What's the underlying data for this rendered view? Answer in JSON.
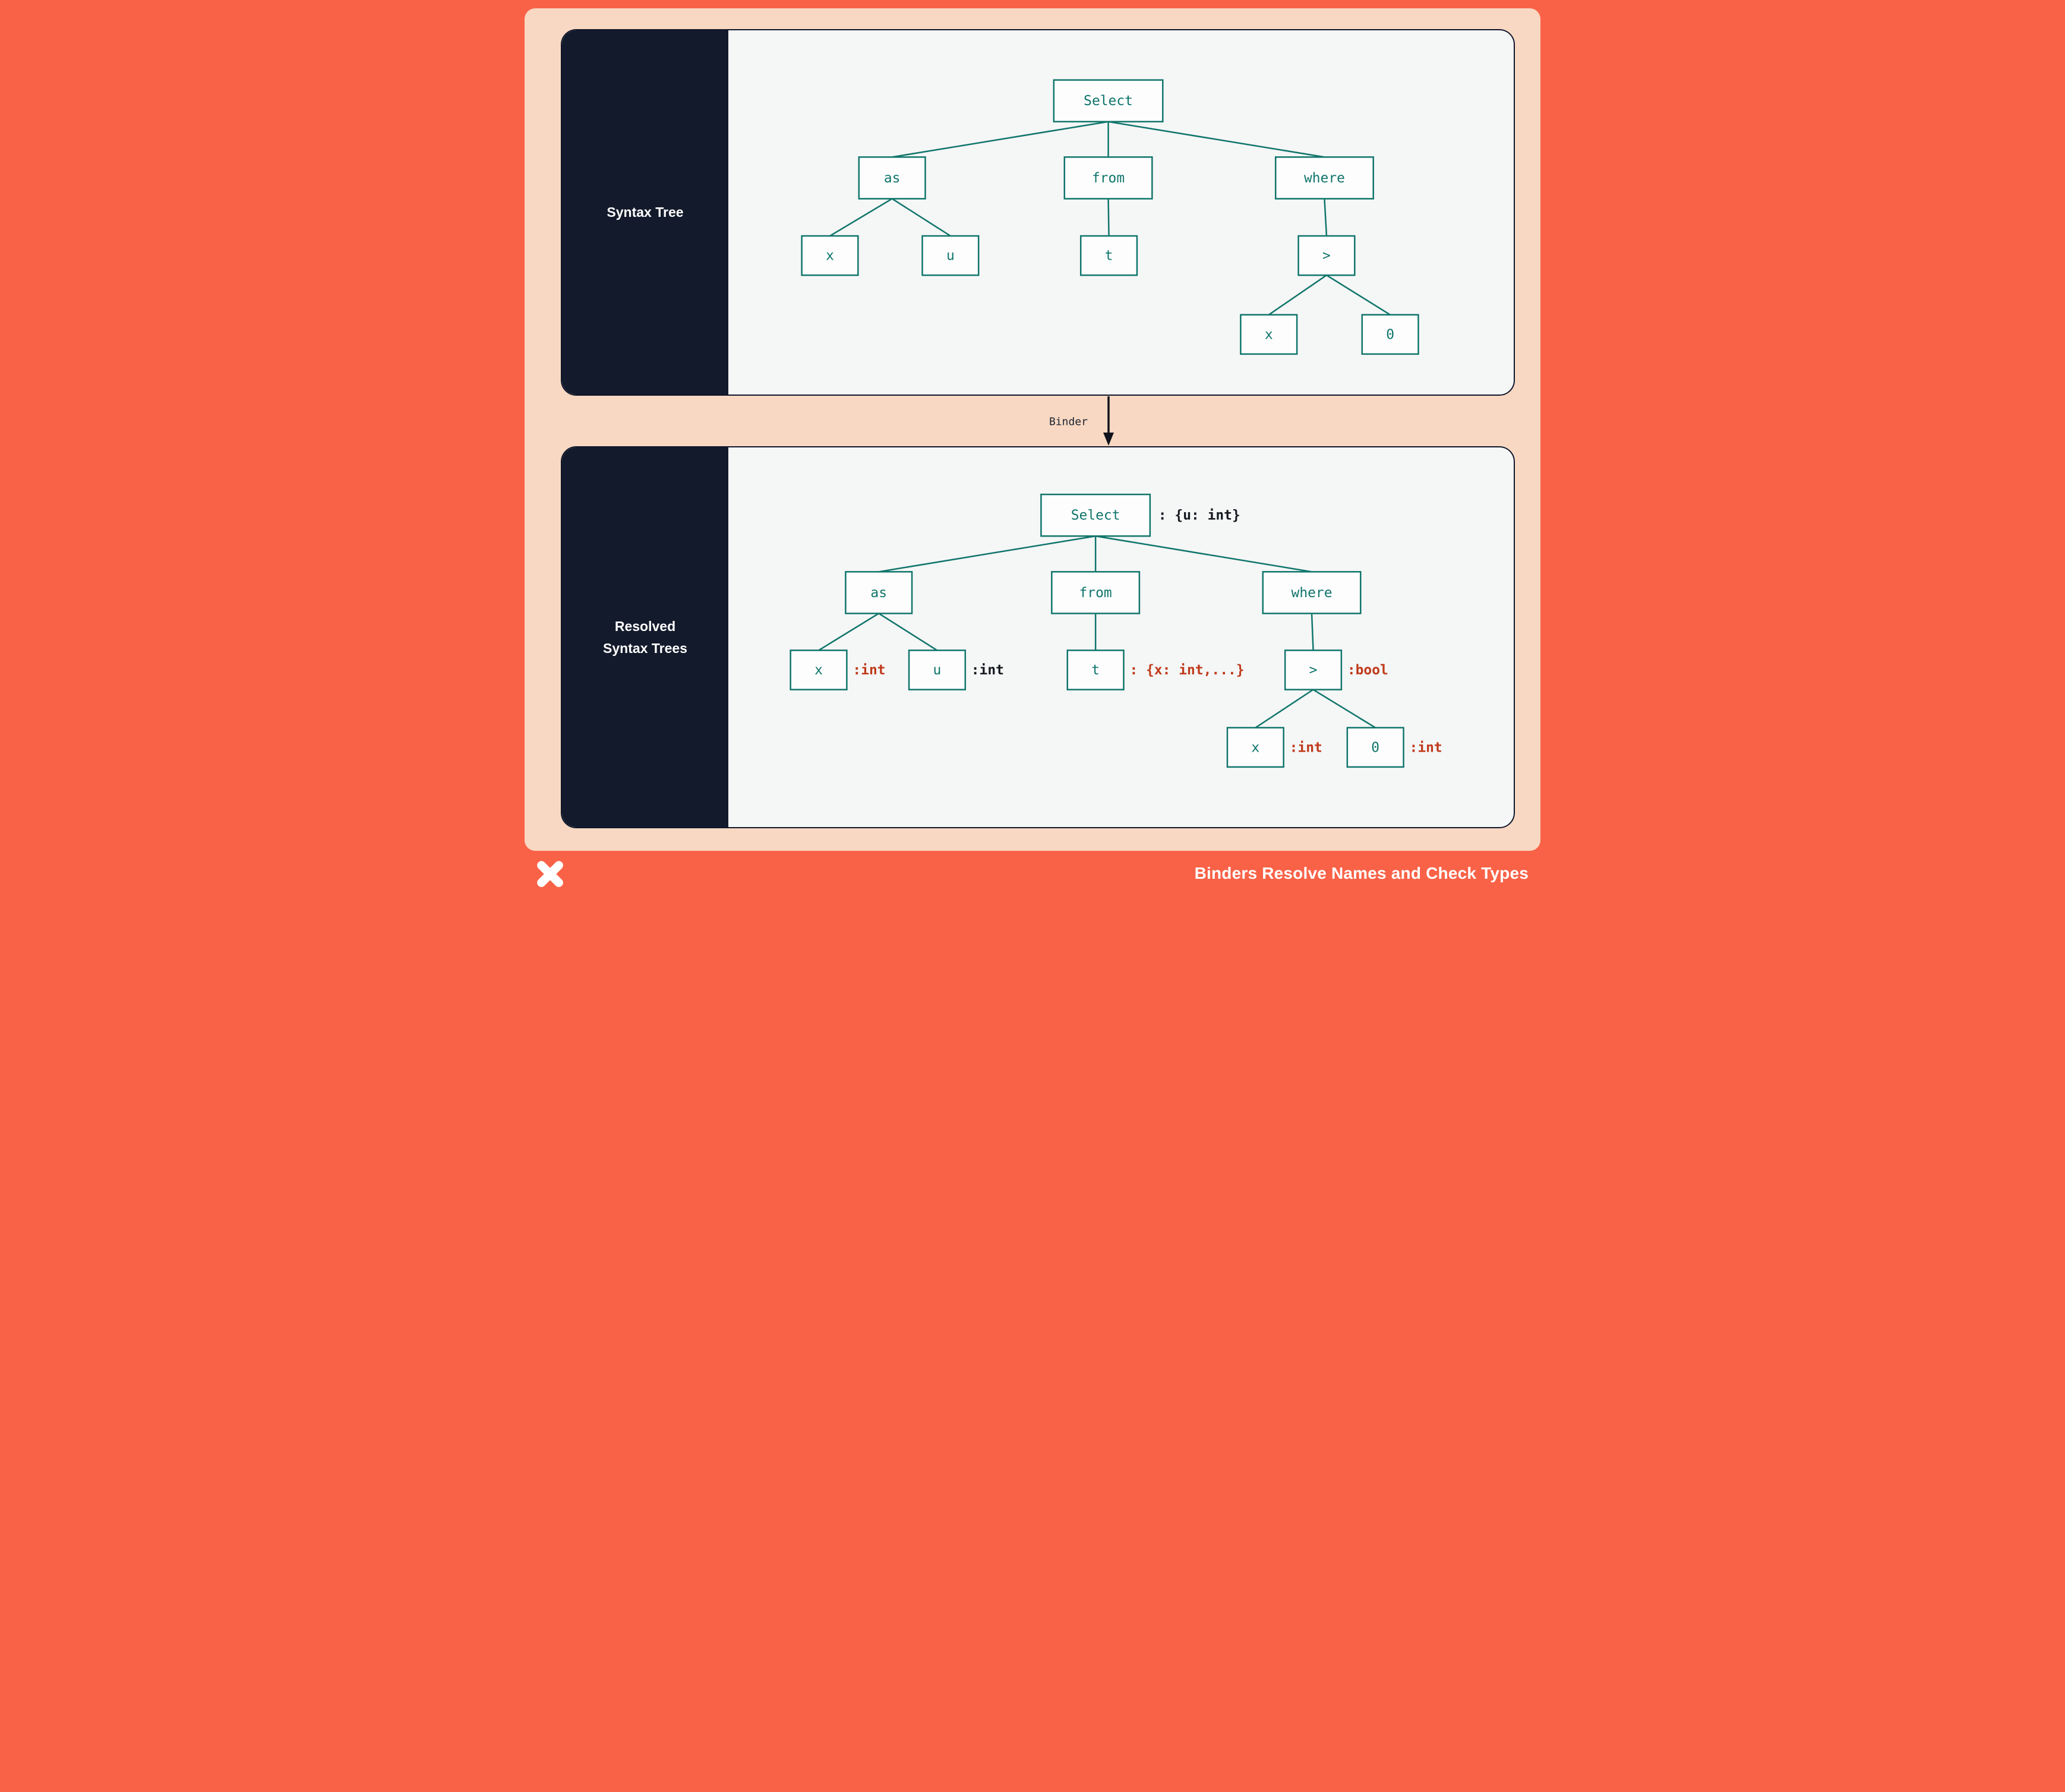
{
  "top_panel": {
    "label": "Syntax Tree",
    "nodes": {
      "select": "Select",
      "as": "as",
      "from": "from",
      "where": "where",
      "x1": "x",
      "u": "u",
      "t": "t",
      "gt": ">",
      "x2": "x",
      "zero": "0"
    }
  },
  "binder": {
    "label": "Binder"
  },
  "bottom_panel": {
    "label_lines": [
      "Resolved",
      "Syntax Trees"
    ],
    "nodes": {
      "select": "Select",
      "as": "as",
      "from": "from",
      "where": "where",
      "x1": "x",
      "u": "u",
      "t": "t",
      "gt": ">",
      "x2": "x",
      "zero": "0"
    },
    "annotations": {
      "select": ": {u: int}",
      "x1": ":int",
      "u": ":int",
      "t": ": {x: int,...}",
      "gt": ":bool",
      "x2": ":int",
      "zero": ":int"
    }
  },
  "footer": {
    "title": "Binders Resolve Names and Check Types"
  },
  "colors": {
    "orange": "#f96247",
    "peach": "#f8d8c2",
    "navy": "#131a2b",
    "panel_bg": "#f5f6f6",
    "teal": "#0f756b",
    "annotation_red": "#bf3a1a"
  }
}
